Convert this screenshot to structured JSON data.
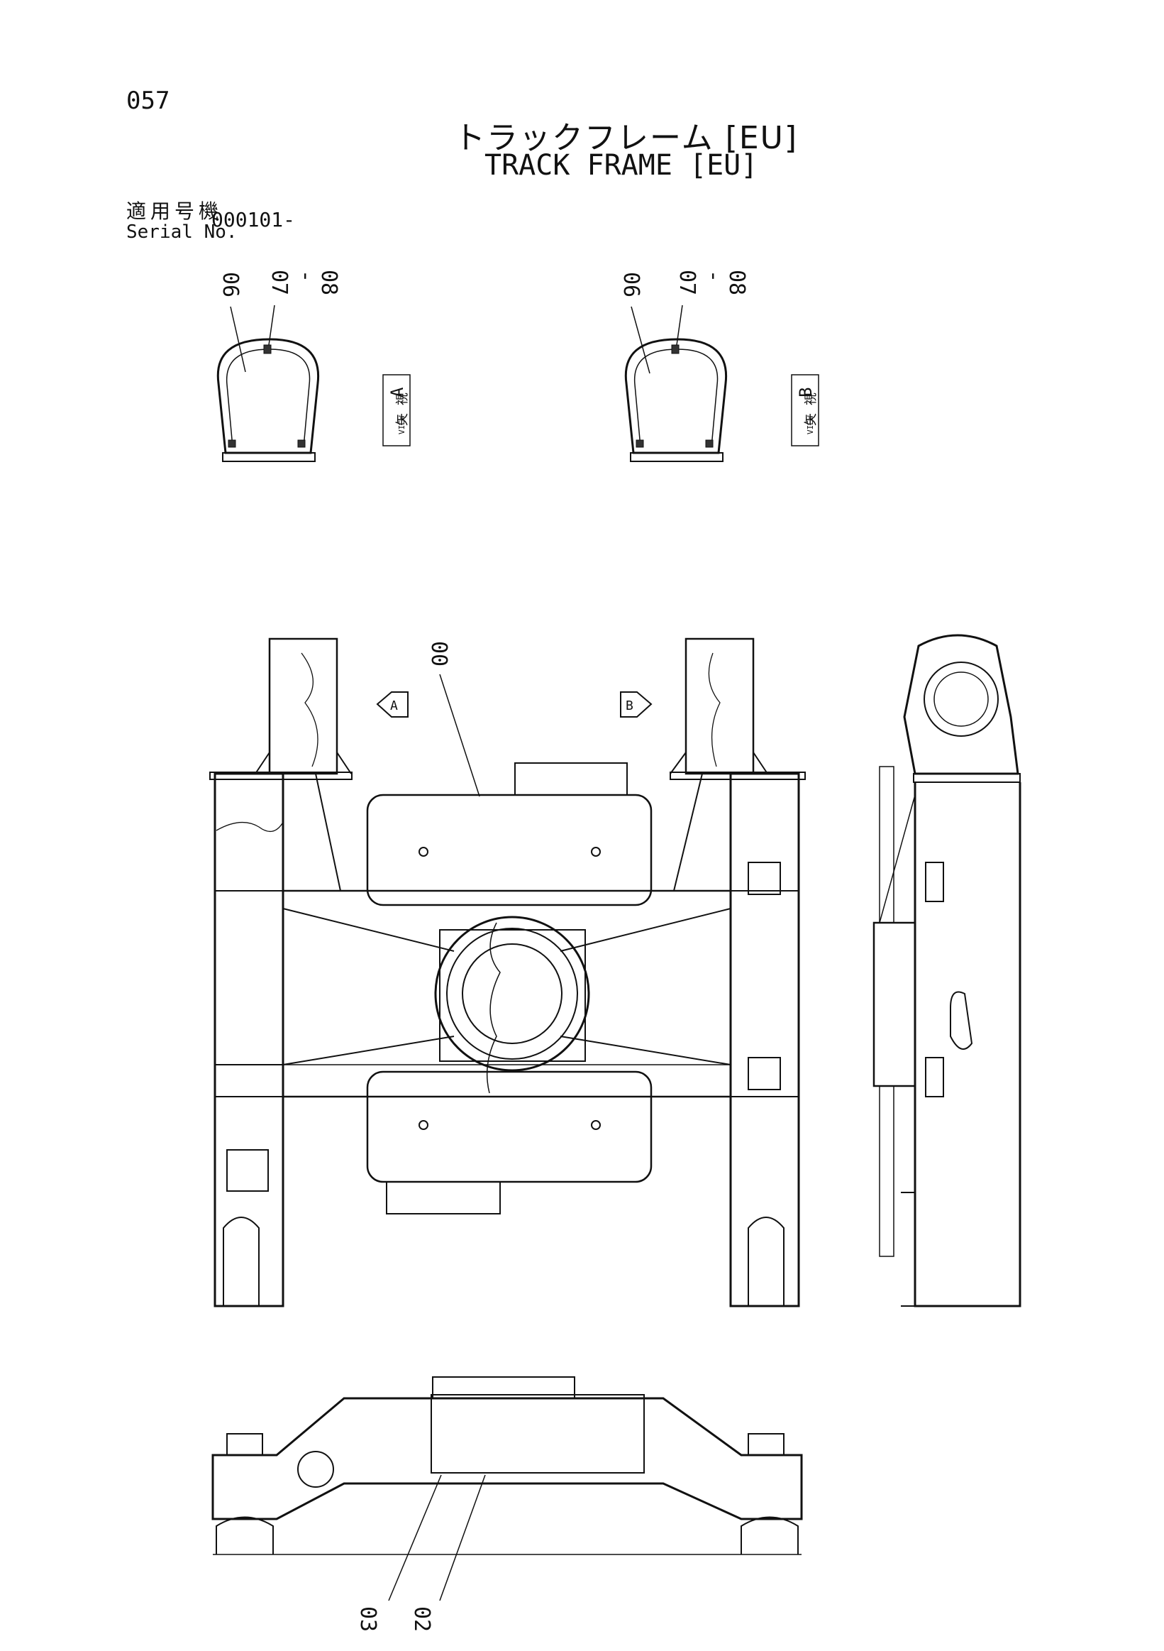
{
  "header": {
    "page_number": "057",
    "title_jp": "トラックフレーム [EU]",
    "title_en": "TRACK FRAME [EU]"
  },
  "serial": {
    "label_jp": "適用号機",
    "label_en": "Serial No.",
    "value": "000101-"
  },
  "views": {
    "view_a": {
      "label_jp": "矢 視",
      "label_en": "VIEW",
      "letter": "A"
    },
    "view_b": {
      "label_jp": "矢 視",
      "label_en": "VIEW",
      "letter": "B"
    }
  },
  "callouts": {
    "a_06": "06",
    "a_07": "07",
    "a_dash": "-",
    "a_08": "08",
    "b_06": "06",
    "b_07": "07",
    "b_dash": "-",
    "b_08": "08",
    "main_00": "00",
    "arrow_a": "A",
    "arrow_b": "B",
    "side_03": "03",
    "side_02": "02"
  }
}
